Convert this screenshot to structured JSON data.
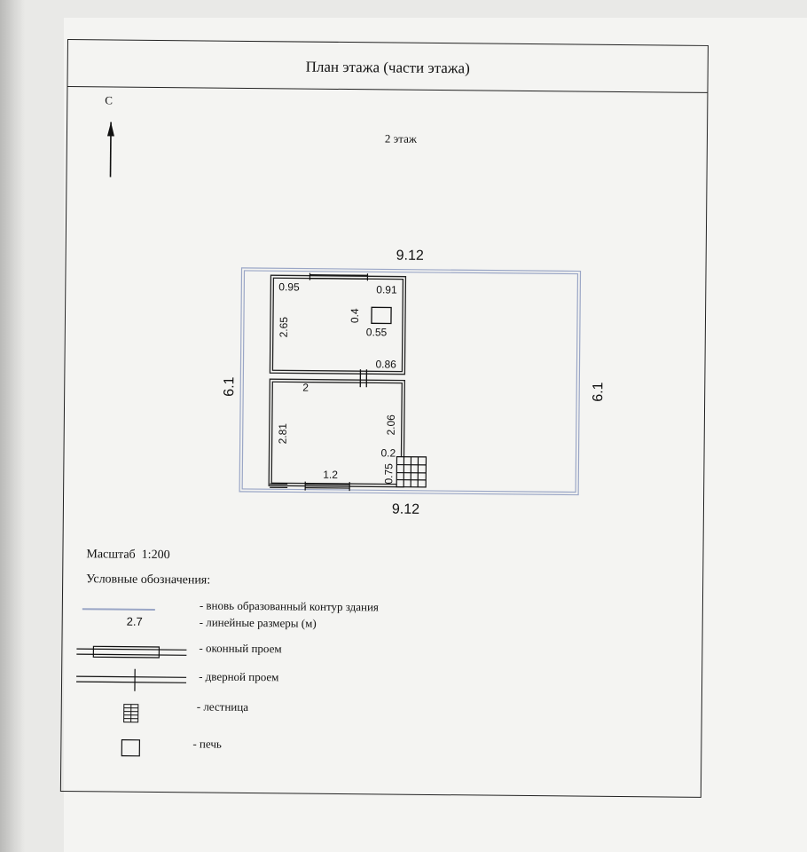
{
  "title": "План этажа (части этажа)",
  "floor": "2 этаж",
  "north_label": "С",
  "dimensions": {
    "top": "9.12",
    "bottom": "9.12",
    "left": "6.1",
    "right": "6.1",
    "d_095": "0.95",
    "d_091": "0.91",
    "d_265": "2.65",
    "d_04": "0.4",
    "d_055": "0.55",
    "d_086": "0.86",
    "d_2": "2",
    "d_281": "2.81",
    "d_206": "2.06",
    "d_02": "0.2",
    "d_12": "1.2",
    "d_075": "0.75"
  },
  "scale": {
    "label": "Масштаб",
    "value": "1:200"
  },
  "legend": {
    "heading": "Условные обозначения:",
    "sample_dimension": "2.7",
    "items": [
      "- вновь образованный контур здания",
      "- линейные размеры (м)",
      "- оконный проем",
      "- дверной проем",
      "- лестница",
      "- печь"
    ]
  },
  "colors": {
    "paper": "#f4f4f2",
    "ink": "#111111",
    "new_contour": "#9aa6c6"
  }
}
